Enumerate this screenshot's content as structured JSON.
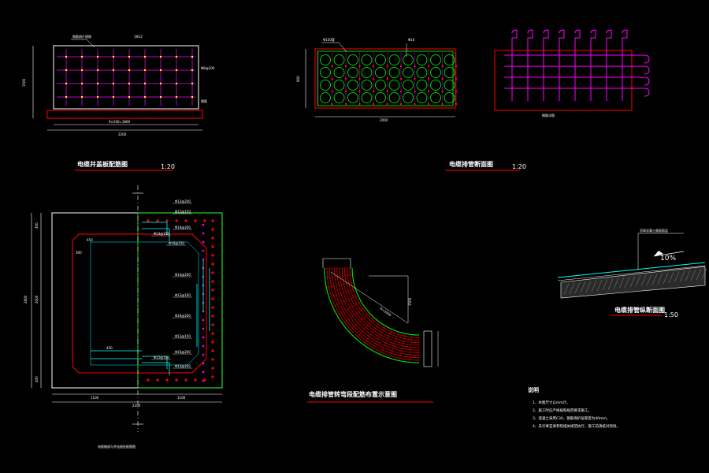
{
  "colors": {
    "background": "#000000",
    "outline": "#ffffff",
    "section": "#ff0000",
    "rebar": "#ff00ff",
    "pipe": "#00ff00",
    "link": "#00ffff",
    "rebar_alt": "#ffff00"
  },
  "drawings": {
    "plan": {
      "title": "电缆井盖板配筋图",
      "scale": "1:20",
      "dim_bottom": "2200",
      "dim_inner": "9×200=1800",
      "dim_left": "1500",
      "callouts": [
        "钢筋网片规格",
        "1Φ12",
        "Φ8@200",
        "钢筋"
      ]
    },
    "duct_section": {
      "title": "电缆排管断面图",
      "scale": "1:20",
      "dim_bottom": "2000",
      "dim_left": "900",
      "callouts": [
        "Φ150管",
        "Φ10"
      ]
    },
    "rebar_detail": {
      "callouts": [
        "钢筋详图"
      ]
    },
    "well_plan": {
      "title": "电缆隧道与井连接处配筋图",
      "dim_left": "2800",
      "dim_bottom": "2200",
      "dims_bottom_parts": [
        "1100",
        "1100"
      ],
      "dims_left_parts": [
        "400",
        "2000",
        "400"
      ],
      "callouts": [
        "Φ12@200",
        "Φ12@150",
        "Φ10@200",
        "Φ10@150",
        "Φ14@200",
        "Φ12@100",
        "Φ16@200",
        "Φ12@150",
        "Φ10@200",
        "Φ12@200",
        "Φ14@150",
        "Φ12@100"
      ],
      "labels": [
        "450",
        "300",
        "450"
      ]
    },
    "bend": {
      "title": "电缆排管转弯段配筋布置示意图",
      "callouts": [
        "R=3000",
        "1500"
      ]
    },
    "slope": {
      "title": "电缆排管纵断面图",
      "scale": "1:50",
      "grade": "10%",
      "callouts": [
        "沥青混凝土路面面层"
      ]
    },
    "notes": {
      "heading": "说明",
      "items": [
        "1、本图尺寸以mm计。",
        "2、施工时应严格按照规范要求施工。",
        "3、混凝土采用C30，钢筋保护层厚度为40mm。",
        "4、未尽事宜请参照相关规范执行，施工前请核对现场。"
      ]
    }
  }
}
